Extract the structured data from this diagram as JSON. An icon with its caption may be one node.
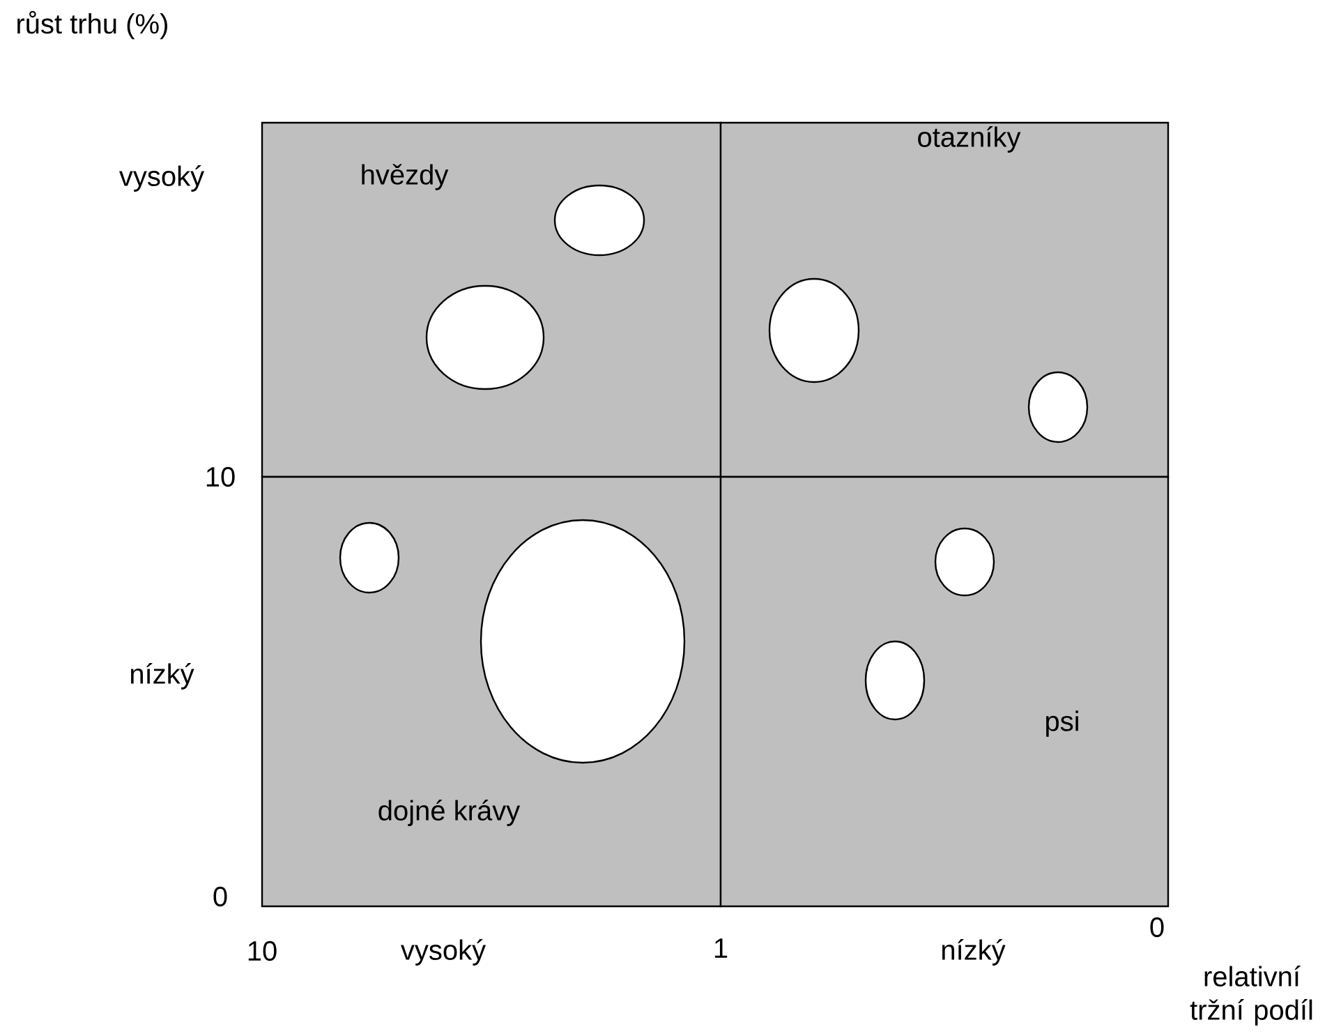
{
  "diagram": {
    "nodes": [
      {
        "text": [
          "hvězdy"
        ]
      },
      {
        "text": [],
        "shape": "circle",
        "in": 0
      },
      {
        "text": [],
        "shape": "circle",
        "in": 0
      },
      {
        "text": [
          "otazníky"
        ]
      },
      {
        "text": [],
        "shape": "circle",
        "in": 3
      },
      {
        "text": [],
        "shape": "circle",
        "in": 3
      },
      {
        "text": [
          "dojné krávy"
        ]
      },
      {
        "text": [],
        "shape": "circle",
        "in": 6
      },
      {
        "text": [],
        "shape": "circle",
        "in": 6
      },
      {
        "text": [
          "psi"
        ]
      },
      {
        "text": [],
        "shape": "circle",
        "in": 9
      },
      {
        "text": [],
        "shape": "circle",
        "in": 9
      }
    ],
    "labels": [
      "růst trhu (%)",
      "vysoký",
      "10",
      "nízký",
      "0",
      "10",
      "vysoký",
      "1",
      "nízký",
      "0",
      "relativní tržní podíl"
    ]
  }
}
